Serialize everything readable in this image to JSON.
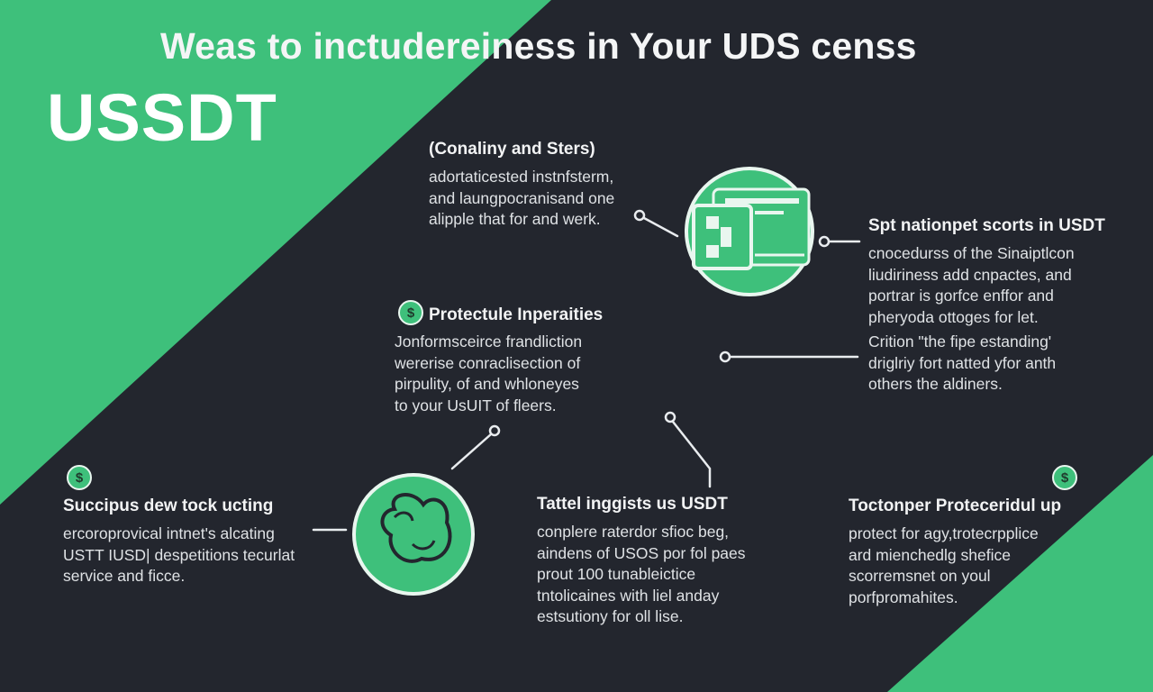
{
  "header": {
    "title": "Weas to inctudereiness in Your UDS censs",
    "brand": "USSDT"
  },
  "colors": {
    "background": "#23262e",
    "accent": "#3ec07b",
    "text": "#e6e8ea"
  },
  "icons": {
    "center_top": "wallet-window-icon",
    "bottom_left": "face-swirl-icon",
    "badge": "dollar-coin-icon"
  },
  "blocks": {
    "conality": {
      "heading": "(Conaliny and Sters)",
      "lines": [
        "adortaticested instnfsterm,",
        "and laungpocranisand one",
        "alipple that for and werk."
      ]
    },
    "spt": {
      "heading": "Spt nationpet scorts in USDT",
      "lines": [
        "cnocedurss of the Sinaiptlcon",
        "liudiriness add cnpactes, and",
        "portrar is gorfce enffor and",
        "pheryoda ottoges for let."
      ]
    },
    "protecule": {
      "heading": "Protectule Inperaities",
      "badge": "$",
      "lines": [
        "Jonformsceirce frandliction",
        "wererise conraclisection of",
        "pirpulity, of and whloneyes",
        "to your UsUIT of fleers."
      ]
    },
    "crition": {
      "lines": [
        "Crition \"the fipe estanding'",
        "driglriy fort natted yfor anth",
        "others the aldiners."
      ]
    },
    "succipus": {
      "heading": "Succipus dew tock ucting",
      "badge": "$",
      "lines": [
        "ercoroprovical intnet's alcating",
        "USTT IUSD| despetitions tecurlat",
        "service and ficce."
      ]
    },
    "tattel": {
      "heading": "Tattel inggists us USDT",
      "lines": [
        "conplere raterdor sfioc beg,",
        "aindens of USOS por fol paes",
        "prout 100 tunableictice",
        "tntolicaines with liel anday",
        "estsutiony for oll lise."
      ]
    },
    "toctonper": {
      "heading": "Toctonper Proteceridul up",
      "badge": "$",
      "lines": [
        "protect for agy,trotecrpplice",
        "ard mienchedlg shefice",
        "scorremsnet on youl",
        "porfpromahites."
      ]
    }
  }
}
